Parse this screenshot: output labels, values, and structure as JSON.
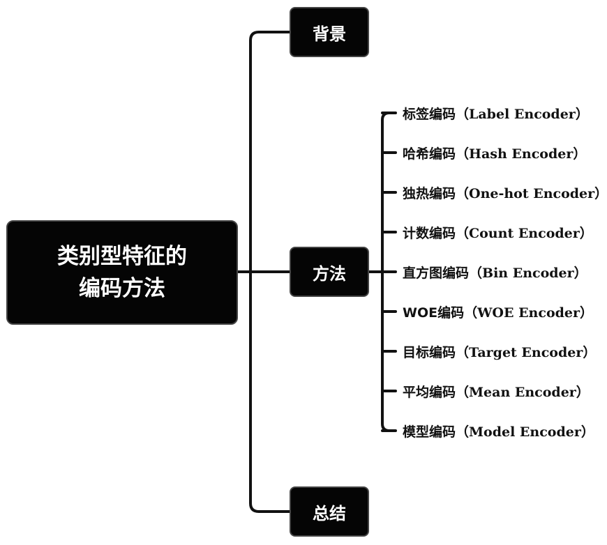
{
  "root": {
    "line1": "类别型特征的",
    "line2": "编码方法"
  },
  "branches": {
    "background": "背景",
    "methods": "方法",
    "summary": "总结"
  },
  "leaves": [
    {
      "zh": "标签编码",
      "en": "（Label Encoder）"
    },
    {
      "zh": "哈希编码",
      "en": "（Hash Encoder）"
    },
    {
      "zh": "独热编码",
      "en": "（One-hot Encoder）"
    },
    {
      "zh": "计数编码",
      "en": "（Count Encoder）"
    },
    {
      "zh": "直方图编码",
      "en": "（Bin Encoder）"
    },
    {
      "zh": "WOE编码",
      "en": "（WOE Encoder）"
    },
    {
      "zh": "目标编码",
      "en": "（Target Encoder）"
    },
    {
      "zh": "平均编码",
      "en": "（Mean Encoder）"
    },
    {
      "zh": "模型编码",
      "en": "（Model Encoder）"
    }
  ],
  "colors": {
    "node_fill": "#050505",
    "node_text": "#ffffff",
    "connector": "#111111"
  }
}
